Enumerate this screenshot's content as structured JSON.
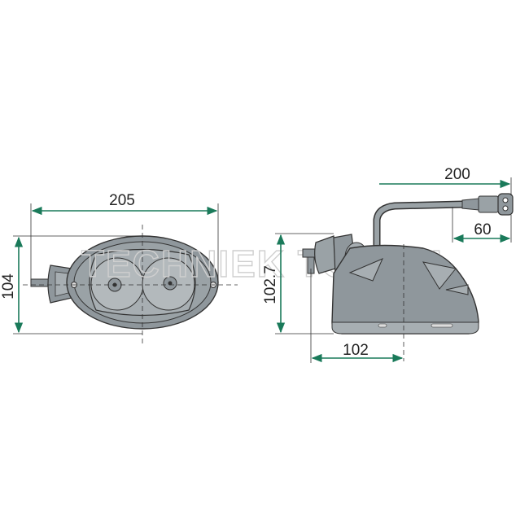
{
  "watermark": "TECHNIEK TOTAAL",
  "colors": {
    "dimension_line": "#1a7a5a",
    "outline": "#333333",
    "body_fill": "#8f979c",
    "lens_fill": "#a7aeb2",
    "text": "#222222"
  },
  "front_view": {
    "width_label": "205",
    "height_label": "104"
  },
  "side_view": {
    "cable_length_label": "200",
    "plug_length_label": "60",
    "height_label": "102.7",
    "depth_label": "102"
  }
}
